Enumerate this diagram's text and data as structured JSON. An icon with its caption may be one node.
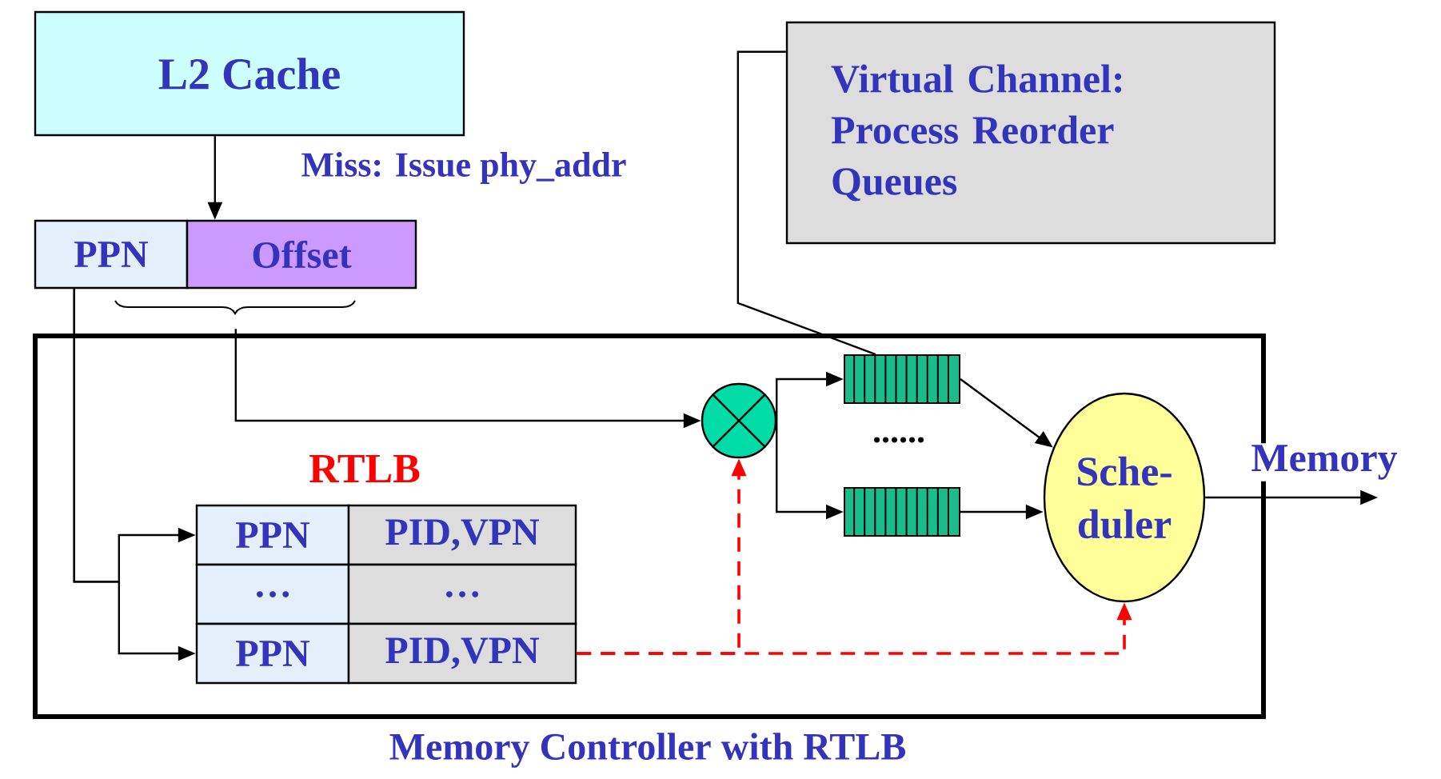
{
  "diagram": {
    "nodes": [
      {
        "text": [
          "L2 Cache"
        ]
      },
      {
        "text": [
          "PPN"
        ]
      },
      {
        "text": [
          "Offset"
        ]
      },
      {
        "text": [
          "Virtual Channel: Process Reorder Queues"
        ]
      },
      {
        "text": [
          "Memory Controller with RTLB"
        ]
      },
      {
        "text": [
          "RTLB"
        ],
        "in": 4
      },
      {
        "text": [
          "PPN"
        ],
        "in": 5
      },
      {
        "text": [
          "PID,VPN"
        ],
        "in": 5
      },
      {
        "text": [
          "…"
        ],
        "in": 5
      },
      {
        "text": [
          "…"
        ],
        "in": 5
      },
      {
        "text": [
          "PPN"
        ],
        "in": 5
      },
      {
        "text": [
          "PID,VPN"
        ],
        "in": 5
      },
      {
        "text": [],
        "shape": "circle",
        "in": 4
      },
      {
        "text": [],
        "shape": "box",
        "in": 4
      },
      {
        "text": [],
        "shape": "box",
        "in": 4
      },
      {
        "text": [
          "Sche- duler"
        ],
        "in": 4
      }
    ],
    "edges": [
      {
        "from": 0,
        "to": 2,
        "arrow": "to",
        "label": "Miss: Issue phy_addr"
      },
      {
        "from": 1,
        "to": 6,
        "arrow": "to"
      },
      {
        "from": 1,
        "to": 10,
        "arrow": "to"
      },
      {
        "from": 2,
        "to": 12,
        "arrow": "to"
      },
      {
        "from": 12,
        "to": 13,
        "arrow": "to"
      },
      {
        "from": 12,
        "to": 14,
        "arrow": "to"
      },
      {
        "from": 13,
        "to": 15,
        "arrow": "to"
      },
      {
        "from": 14,
        "to": 15,
        "arrow": "to"
      },
      {
        "from": 3,
        "to": 13,
        "arrow": "none"
      },
      {
        "from": 11,
        "to": 12,
        "arrow": "to",
        "style": "dashed",
        "color": "#ff0000"
      },
      {
        "from": 11,
        "to": 15,
        "arrow": "to",
        "style": "dashed",
        "color": "#ff0000"
      },
      {
        "from": 15,
        "to": null,
        "arrow": "to",
        "label": "Memory"
      }
    ],
    "labels": [
      "......"
    ]
  }
}
